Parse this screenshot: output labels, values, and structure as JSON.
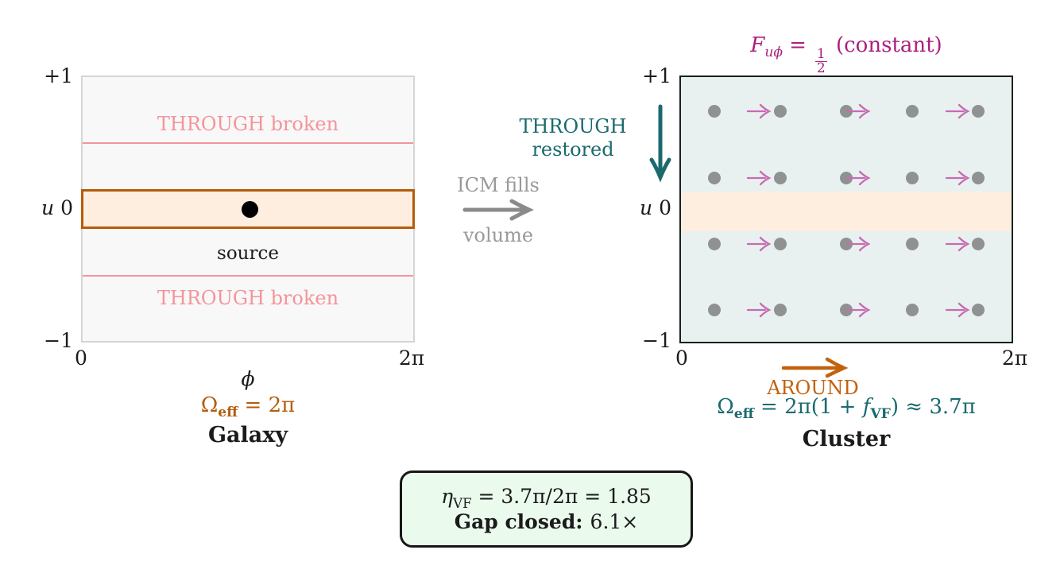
{
  "colors": {
    "pink": "#f4949b",
    "orange": "#b45c0a",
    "orange_bright": "#c2620e",
    "peach_fill": "#fdeee0",
    "galaxy_fill": "#f8f8f8",
    "galaxy_border": "#d5d5d5",
    "gray_text": "#999999",
    "teal": "#1a6a6e",
    "magenta": "#ab1f7f",
    "orchid_arrow": "#c76bb2",
    "dot_gray": "#8f9193",
    "cluster_fill": "#e8f1f0",
    "result_fill": "#eafaed"
  },
  "galaxy_panel": {
    "axis": {
      "y_top": "+1",
      "u": "u",
      "zero": "0",
      "y_bottom": "−1",
      "x_left": "0",
      "x_right": "2π",
      "x_label": "ϕ"
    },
    "through_top": "THROUGH broken",
    "through_bottom": "THROUGH broken",
    "source": "source",
    "omega": {
      "sym": "Ω",
      "sub": "eff",
      "tail": " = 2π"
    },
    "title": "Galaxy"
  },
  "transition": {
    "line1": "ICM fills",
    "line2": "volume"
  },
  "cluster_panel": {
    "header": {
      "F": "F",
      "sub": "uϕ",
      "eq": "=",
      "frac_num": "1",
      "frac_den": "2",
      "tail": "(constant)"
    },
    "through_restored": {
      "line1": "THROUGH",
      "line2": "restored"
    },
    "axis": {
      "y_top": "+1",
      "u": "u",
      "zero": "0",
      "y_bottom": "−1",
      "x_left": "0",
      "x_right": "2π"
    },
    "around": "AROUND",
    "omega": {
      "sym": "Ω",
      "sub": "eff",
      "mid": " = 2π(1 + ",
      "f": "f",
      "fsub": "VF",
      "tail": ") ≈ 3.7π"
    },
    "title": "Cluster",
    "field": {
      "row_pcts": [
        13,
        38,
        63,
        88
      ],
      "dot_pcts": [
        10,
        30,
        50,
        70,
        90
      ],
      "arrow_pcts": [
        20,
        50,
        80
      ]
    }
  },
  "result_box": {
    "line1": {
      "eta": "η",
      "sub": "VF",
      "tail": " = 3.7π/2π = 1.85"
    },
    "line2_label": "Gap closed:",
    "line2_value": "6.1×"
  }
}
